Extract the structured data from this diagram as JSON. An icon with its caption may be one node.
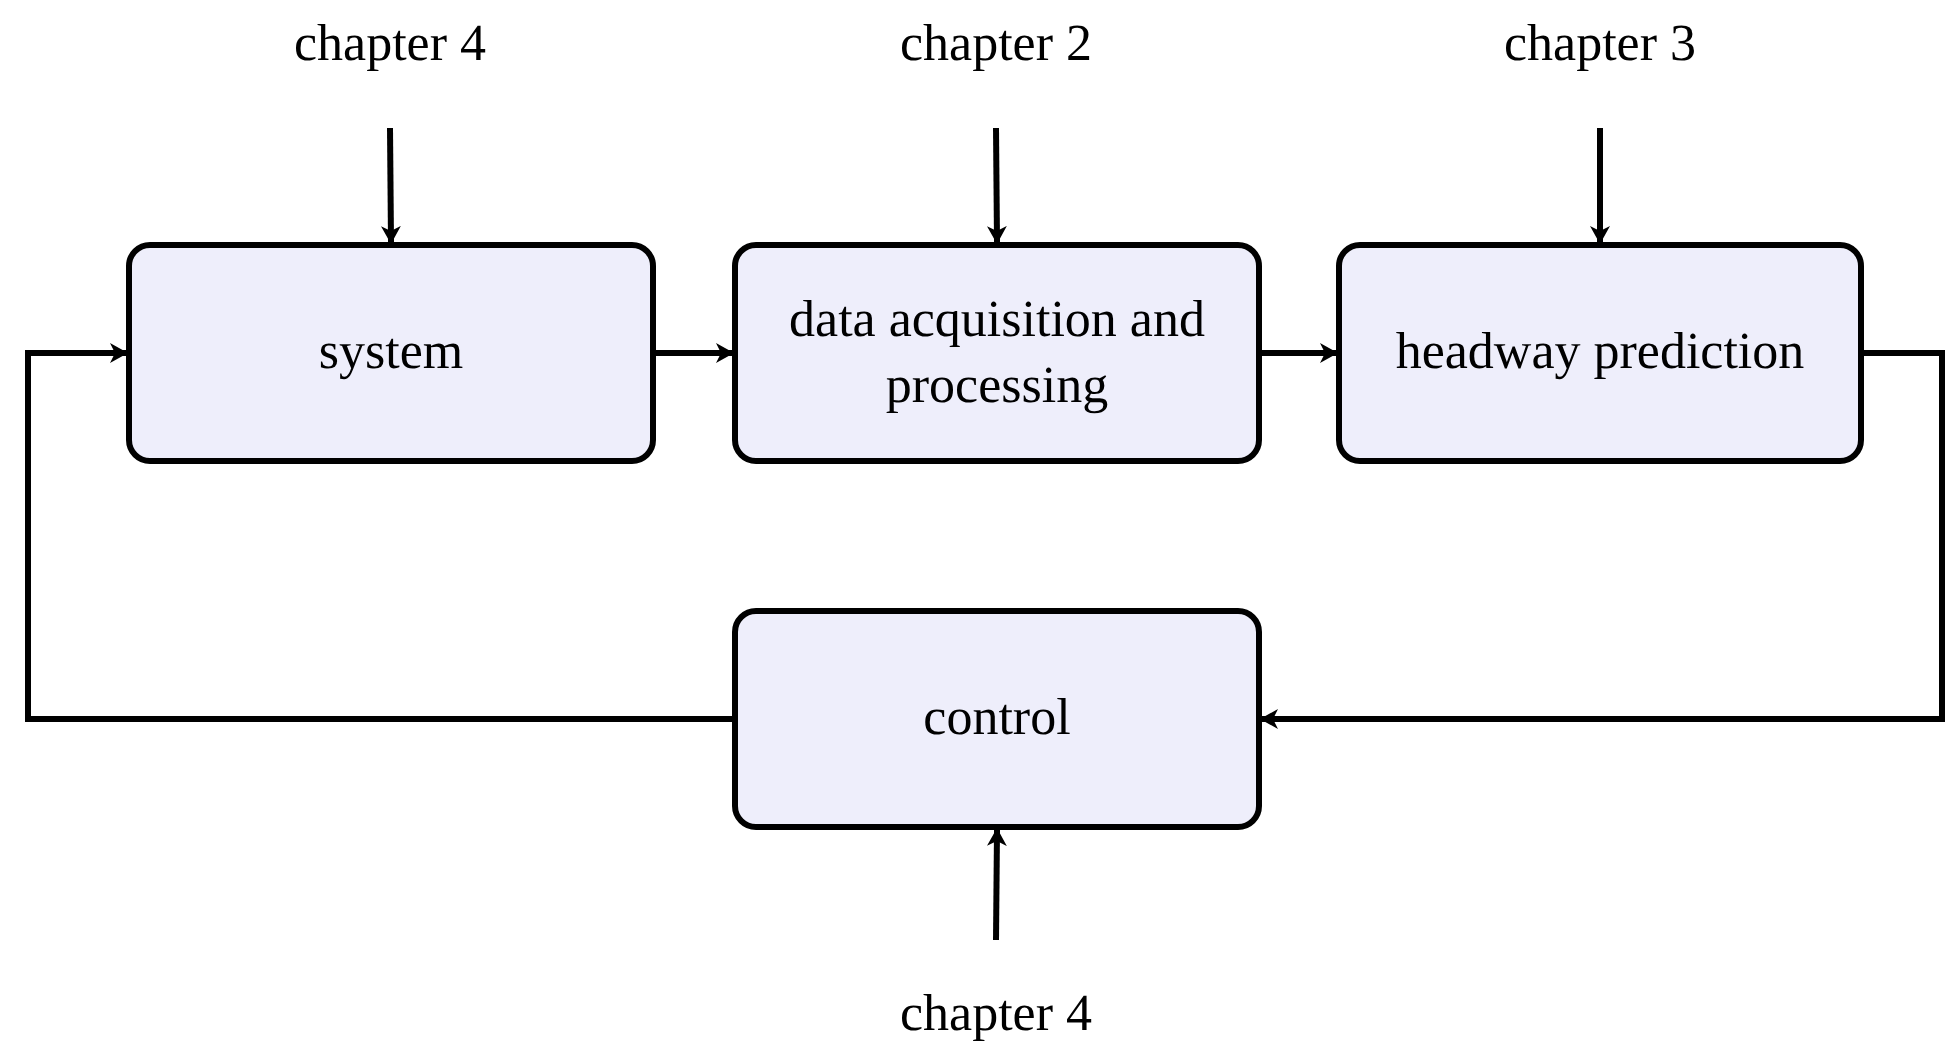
{
  "diagram": {
    "nodes": [
      {
        "text": [
          "chapter 4"
        ]
      },
      {
        "text": [
          "chapter 2"
        ]
      },
      {
        "text": [
          "chapter 3"
        ]
      },
      {
        "text": [
          "system"
        ]
      },
      {
        "text": [
          "data acquisition and processing"
        ]
      },
      {
        "text": [
          "headway prediction"
        ]
      },
      {
        "text": [
          "control"
        ]
      },
      {
        "text": [
          "chapter 4"
        ]
      }
    ],
    "edges": [
      {
        "from": 0,
        "to": 3,
        "arrow": "to"
      },
      {
        "from": 1,
        "to": 4,
        "arrow": "to"
      },
      {
        "from": 2,
        "to": 5,
        "arrow": "to"
      },
      {
        "from": 3,
        "to": 4,
        "arrow": "to"
      },
      {
        "from": 4,
        "to": 5,
        "arrow": "to"
      },
      {
        "from": 5,
        "to": 6,
        "arrow": "to"
      },
      {
        "from": 6,
        "to": 3,
        "arrow": "to"
      },
      {
        "from": 7,
        "to": 6,
        "arrow": "to"
      }
    ]
  }
}
